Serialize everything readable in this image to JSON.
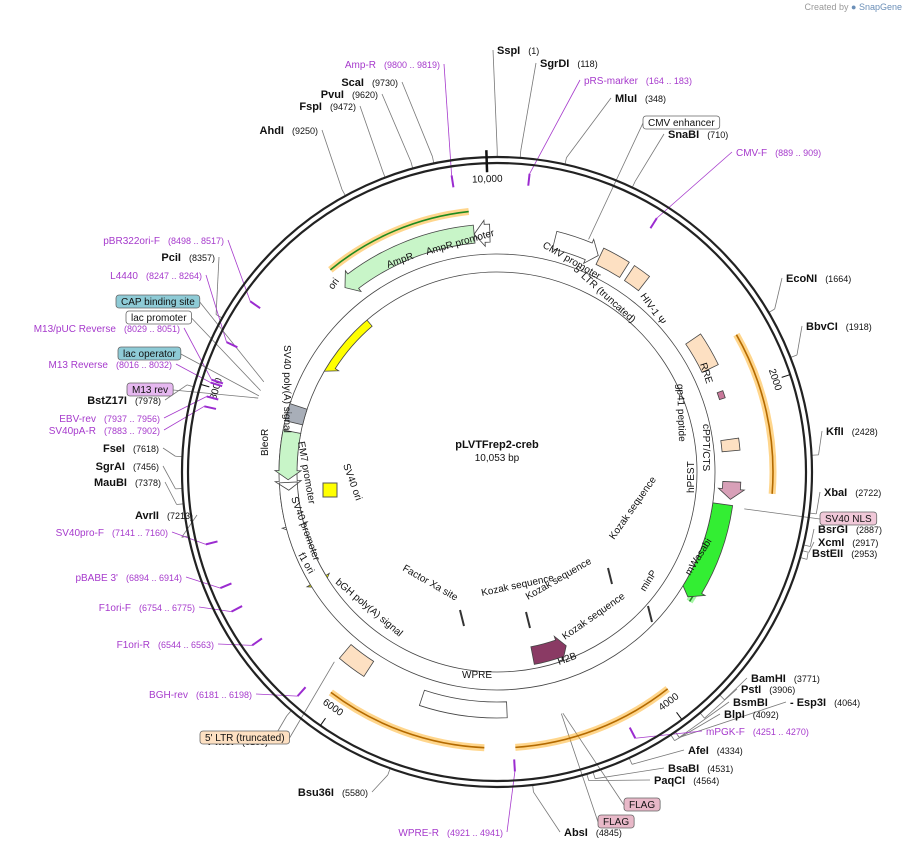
{
  "credit": {
    "prefix": "Created by",
    "brand": "SnapGene"
  },
  "plasmid": {
    "name": "pLVTFrep2-creb",
    "length_label": "10,053 bp",
    "length": 10053
  },
  "ticks": [
    {
      "pos": 2000,
      "label": "2000"
    },
    {
      "pos": 4000,
      "label": "4000"
    },
    {
      "pos": 6000,
      "label": "6000"
    },
    {
      "pos": 8000,
      "label": "8000"
    },
    {
      "pos": 10000,
      "label": "10,000"
    }
  ],
  "enzymes": [
    {
      "name": "SspI",
      "pos": "(1)",
      "side": "right"
    },
    {
      "name": "SgrDI",
      "pos": "(118)",
      "side": "right"
    },
    {
      "name": "MluI",
      "pos": "(348)",
      "side": "right"
    },
    {
      "name": "SnaBI",
      "pos": "(710)",
      "side": "right"
    },
    {
      "name": "EcoNI",
      "pos": "(1664)",
      "side": "right"
    },
    {
      "name": "BbvCI",
      "pos": "(1918)",
      "side": "right"
    },
    {
      "name": "KflI",
      "pos": "(2428)",
      "side": "right"
    },
    {
      "name": "XbaI",
      "pos": "(2722)",
      "side": "right"
    },
    {
      "name": "BsrGI",
      "pos": "(2887)",
      "side": "right"
    },
    {
      "name": "XcmI",
      "pos": "(2917)",
      "side": "right"
    },
    {
      "name": "BstEII",
      "pos": "(2953)",
      "side": "right"
    },
    {
      "name": "BamHI",
      "pos": "(3771)",
      "side": "right"
    },
    {
      "name": "PstI",
      "pos": "(3906)",
      "side": "right"
    },
    {
      "name": "BsmBI",
      "pos": "",
      "side": "right"
    },
    {
      "name": "- Esp3I",
      "pos": "(4064)",
      "side": "right"
    },
    {
      "name": "BlpI",
      "pos": "(4092)",
      "side": "right"
    },
    {
      "name": "AfeI",
      "pos": "(4334)",
      "side": "right"
    },
    {
      "name": "BsaBI",
      "pos": "(4531)",
      "side": "right"
    },
    {
      "name": "PaqCI",
      "pos": "(4564)",
      "side": "right"
    },
    {
      "name": "AbsI",
      "pos": "(4845)",
      "side": "right"
    },
    {
      "name": "Bsu36I",
      "pos": "(5580)",
      "side": "left"
    },
    {
      "name": "PmeI",
      "pos": "(6165)",
      "side": "left"
    },
    {
      "name": "AvrII",
      "pos": "(7213)",
      "side": "left"
    },
    {
      "name": "MauBI",
      "pos": "(7378)",
      "side": "left"
    },
    {
      "name": "SgrAI",
      "pos": "(7456)",
      "side": "left"
    },
    {
      "name": "FseI",
      "pos": "(7618)",
      "side": "left"
    },
    {
      "name": "BstZ17I",
      "pos": "(7978)",
      "side": "left"
    },
    {
      "name": "PciI",
      "pos": "(8357)",
      "side": "left"
    },
    {
      "name": "AhdI",
      "pos": "(9250)",
      "side": "left"
    },
    {
      "name": "FspI",
      "pos": "(9472)",
      "side": "left"
    },
    {
      "name": "PvuI",
      "pos": "(9620)",
      "side": "left"
    },
    {
      "name": "ScaI",
      "pos": "(9730)",
      "side": "left"
    }
  ],
  "primers": [
    {
      "name": "Amp-R",
      "pos": "(9800 .. 9819)",
      "side": "left"
    },
    {
      "name": "pRS-marker",
      "pos": "(164 .. 183)",
      "side": "right"
    },
    {
      "name": "CMV-F",
      "pos": "(889 .. 909)",
      "side": "right"
    },
    {
      "name": "mPGK-F",
      "pos": "(4251 .. 4270)",
      "side": "right"
    },
    {
      "name": "WPRE-R",
      "pos": "(4921 .. 4941)",
      "side": "left"
    },
    {
      "name": "BGH-rev",
      "pos": "(6181 .. 6198)",
      "side": "left"
    },
    {
      "name": "F1ori-R",
      "pos": "(6544 .. 6563)",
      "side": "left"
    },
    {
      "name": "F1ori-F",
      "pos": "(6754 .. 6775)",
      "side": "left"
    },
    {
      "name": "pBABE 3'",
      "pos": "(6894 .. 6914)",
      "side": "left"
    },
    {
      "name": "SV40pro-F",
      "pos": "(7141 .. 7160)",
      "side": "left"
    },
    {
      "name": "SV40pA-R",
      "pos": "(7883 .. 7902)",
      "side": "left"
    },
    {
      "name": "EBV-rev",
      "pos": "(7937 .. 7956)",
      "side": "left"
    },
    {
      "name": "M13 Reverse",
      "pos": "(8016 .. 8032)",
      "side": "left"
    },
    {
      "name": "M13/pUC Reverse",
      "pos": "(8029 .. 8051)",
      "side": "left"
    },
    {
      "name": "L4440",
      "pos": "(8247 .. 8264)",
      "side": "left"
    },
    {
      "name": "pBR322ori-F",
      "pos": "(8498 .. 8517)",
      "side": "left"
    }
  ],
  "boxed_labels": [
    {
      "name": "CMV enhancer",
      "color": "#ffffff"
    },
    {
      "name": "SV40 NLS",
      "color": "#f0c8d8"
    },
    {
      "name": "FLAG",
      "color": "#e8b8c8"
    },
    {
      "name": "FLAG",
      "color": "#e8b8c8"
    },
    {
      "name": "5' LTR (truncated)",
      "color": "#fde0c2"
    },
    {
      "name": "M13 rev",
      "color": "#e6b8f0"
    },
    {
      "name": "lac operator",
      "color": "#8ecbd6"
    },
    {
      "name": "lac promoter",
      "color": "#ffffff"
    },
    {
      "name": "CAP binding site",
      "color": "#8ecbd6"
    }
  ],
  "features": [
    {
      "name": "AmpR",
      "start": 8950,
      "end": 9900,
      "color": "#c8f5c8"
    },
    {
      "name": "AmpR promoter",
      "start": 9900,
      "end": 10005,
      "color": "#ffffff"
    },
    {
      "name": "ori",
      "start": 8380,
      "end": 8920,
      "color": "#ffff00"
    },
    {
      "name": "CMV promoter",
      "start": 390,
      "end": 700,
      "color": "#ffffff"
    },
    {
      "name": "5' LTR (truncated)",
      "start": 712,
      "end": 900,
      "color": "#fde0c2"
    },
    {
      "name": "HIV-1 Ψ",
      "start": 940,
      "end": 1060,
      "color": "#fde0c2"
    },
    {
      "name": "RRE",
      "start": 1560,
      "end": 1790,
      "color": "#fde0c2"
    },
    {
      "name": "gp41 peptide",
      "start": 1960,
      "end": 2010,
      "color": "#c8789a"
    },
    {
      "name": "cPPT/CTS",
      "start": 2290,
      "end": 2370,
      "color": "#fde0c2"
    },
    {
      "name": "hPEST",
      "start": 2580,
      "end": 2700,
      "color": "#d8a0b8"
    },
    {
      "name": "mWasabi",
      "start": 2740,
      "end": 3440,
      "color": "#33ee33"
    },
    {
      "name": "H2B",
      "start": 4420,
      "end": 4720,
      "color": "#8a3a64"
    },
    {
      "name": "WPRE",
      "start": 4960,
      "end": 5540,
      "color": "#ffffff"
    },
    {
      "name": "bGH poly(A) signal",
      "start": 5950,
      "end": 6150,
      "color": "#fde0c2"
    },
    {
      "name": "f1 ori",
      "start": 6600,
      "end": 7050,
      "color": "#ffff00"
    },
    {
      "name": "SV40 promoter",
      "start": 7060,
      "end": 7380,
      "color": "#ffffff"
    },
    {
      "name": "EM7 promoter",
      "start": 7400,
      "end": 7460,
      "color": "#ffffff"
    },
    {
      "name": "BleoR",
      "start": 7480,
      "end": 7850,
      "color": "#c8f5c8"
    },
    {
      "name": "SV40 poly(A) signal",
      "start": 7920,
      "end": 8050,
      "color": "#a8aeb8"
    },
    {
      "name": "SV40 ori",
      "label_only": true
    },
    {
      "name": "Factor Xa site",
      "label_only": true
    },
    {
      "name": "Kozak sequence",
      "label_only": true
    },
    {
      "name": "Kozak sequence",
      "label_only": true
    },
    {
      "name": "Kozak sequence",
      "label_only": true
    },
    {
      "name": "Kozak sequence",
      "label_only": true
    },
    {
      "name": "minP",
      "label_only": true
    }
  ],
  "orfs": [
    {
      "start": 8950,
      "end": 9880,
      "color": "#ffa500",
      "kind": "green"
    },
    {
      "start": 1680,
      "end": 2640,
      "color": "#ffa500",
      "kind": "orange"
    },
    {
      "start": 2740,
      "end": 3460,
      "color": "#33ee33",
      "kind": "green"
    },
    {
      "start": 3960,
      "end": 4920,
      "color": "#ffa500",
      "kind": "orange"
    },
    {
      "start": 5100,
      "end": 6060,
      "color": "#ffa500",
      "kind": "orange"
    },
    {
      "start": 5040,
      "end": 5460,
      "color": "#33ee33",
      "kind": "green"
    }
  ]
}
